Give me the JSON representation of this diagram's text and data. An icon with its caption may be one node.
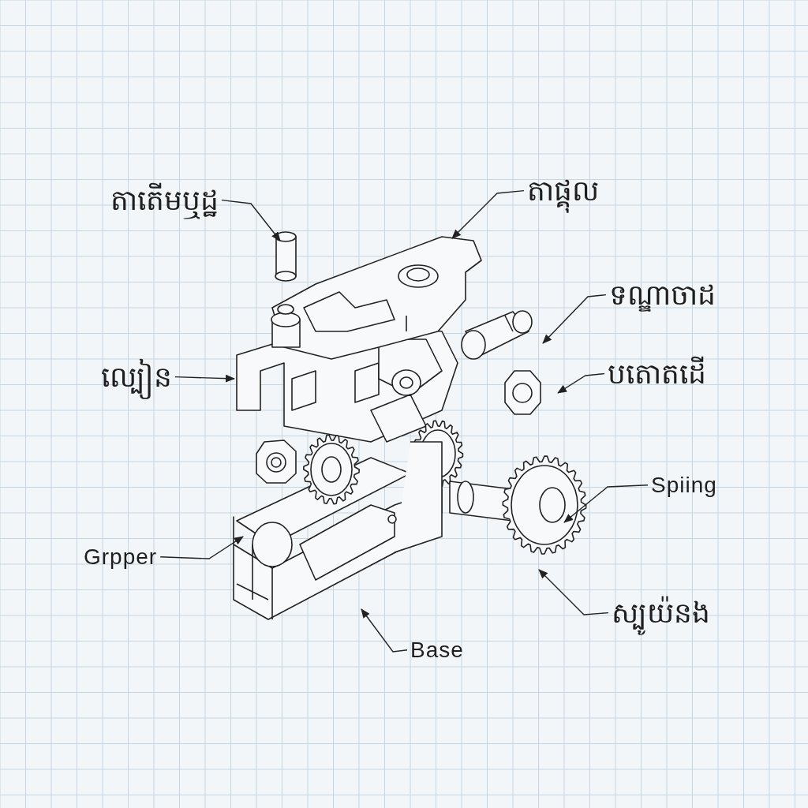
{
  "diagram": {
    "nodes": [
      {
        "text": [
          "តាតើមឬដ្ឋ"
        ]
      },
      {
        "text": [
          "តាផ្គុល"
        ]
      },
      {
        "text": [
          "ទណ្ឌាចាដ"
        ]
      },
      {
        "text": [
          "បតោតដើ"
        ]
      },
      {
        "text": [
          "ល្បៀន"
        ]
      },
      {
        "text": [
          "Spiing"
        ]
      },
      {
        "text": [
          "ស្បូយ៉នង"
        ]
      },
      {
        "text": [
          "Grpper"
        ]
      },
      {
        "text": [
          "Base"
        ]
      }
    ],
    "edges": [
      {
        "from": 0,
        "to": null,
        "arrow": "to"
      },
      {
        "from": 1,
        "to": null,
        "arrow": "to"
      },
      {
        "from": 2,
        "to": null,
        "arrow": "to"
      },
      {
        "from": 3,
        "to": null,
        "arrow": "to"
      },
      {
        "from": 4,
        "to": null,
        "arrow": "to"
      },
      {
        "from": 5,
        "to": null,
        "arrow": "to"
      },
      {
        "from": 6,
        "to": null,
        "arrow": "to"
      },
      {
        "from": 7,
        "to": null,
        "arrow": "to"
      },
      {
        "from": 8,
        "to": null,
        "arrow": "to"
      }
    ]
  }
}
